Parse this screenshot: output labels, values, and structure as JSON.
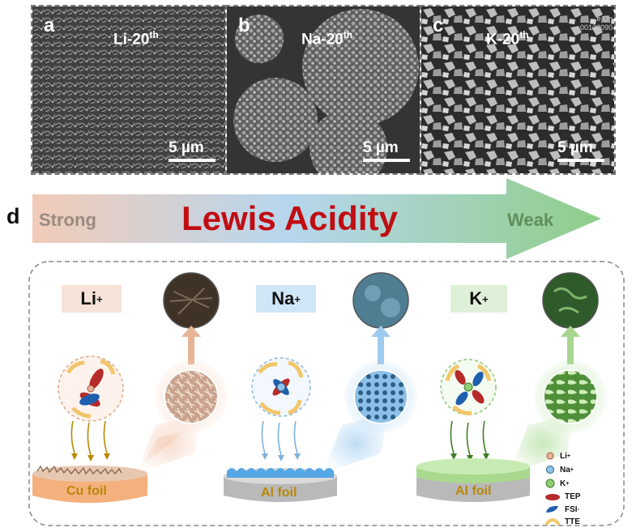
{
  "panels": [
    {
      "letter": "a",
      "label": "Li-20",
      "sup": "th",
      "scale": "5 µm"
    },
    {
      "letter": "b",
      "label": "Na-20",
      "sup": "th",
      "scale": "5 µm"
    },
    {
      "letter": "c",
      "label": "K-20",
      "sup": "th",
      "scale": "5 µm"
    }
  ],
  "watermark": [
    "e On",
    "00130090"
  ],
  "section_letter": "d",
  "arrow": {
    "start_label": "Strong",
    "title": "Lewis Acidity",
    "end_label": "Weak"
  },
  "ions": [
    {
      "label": "Li",
      "sup": "+",
      "color": "#f7e2d7",
      "arrow_color": "#e8b497"
    },
    {
      "label": "Na",
      "sup": "+",
      "color": "#cfe6f6",
      "arrow_color": "#9fcbee"
    },
    {
      "label": "K",
      "sup": "+",
      "color": "#dff0d8",
      "arrow_color": "#a7d68f"
    }
  ],
  "foils": [
    "Cu foil",
    "Al foil",
    "Al foil"
  ],
  "legend": [
    {
      "label": "Li",
      "sup": "+",
      "icon": "li-ion-icon"
    },
    {
      "label": "Na",
      "sup": "+",
      "icon": "na-ion-icon"
    },
    {
      "label": "K",
      "sup": "+",
      "icon": "k-ion-icon"
    },
    {
      "label": "TEP",
      "sup": "",
      "icon": "tep-molecule-icon"
    },
    {
      "label": "FSI",
      "sup": "-",
      "icon": "fsi-anion-icon"
    },
    {
      "label": "TTE",
      "sup": "",
      "icon": "tte-molecule-icon"
    }
  ],
  "colors": {
    "li": "#e8b497",
    "na": "#8fc3ea",
    "k": "#8fce73",
    "tep": "#b62a2a",
    "fsi": "#1f5fae",
    "tte": "#f2c66b",
    "title": "#c00d12"
  }
}
